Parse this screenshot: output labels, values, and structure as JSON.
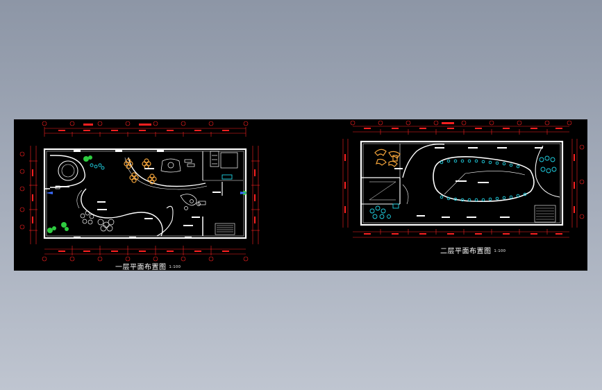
{
  "drawing": {
    "plan1": {
      "title": "一层平面布置图",
      "scale": "1:100"
    },
    "plan2": {
      "title": "二层平面布置图",
      "scale": "1:100"
    }
  },
  "colors": {
    "background": "#000000",
    "wall": "#ffffff",
    "dimension": "#ff2020",
    "annotation": "#ffffff",
    "furniture_orange": "#f2a33a",
    "furniture_cyan": "#21d6e8",
    "plant_green": "#2ecc40",
    "accent_blue": "#3b6cff"
  }
}
